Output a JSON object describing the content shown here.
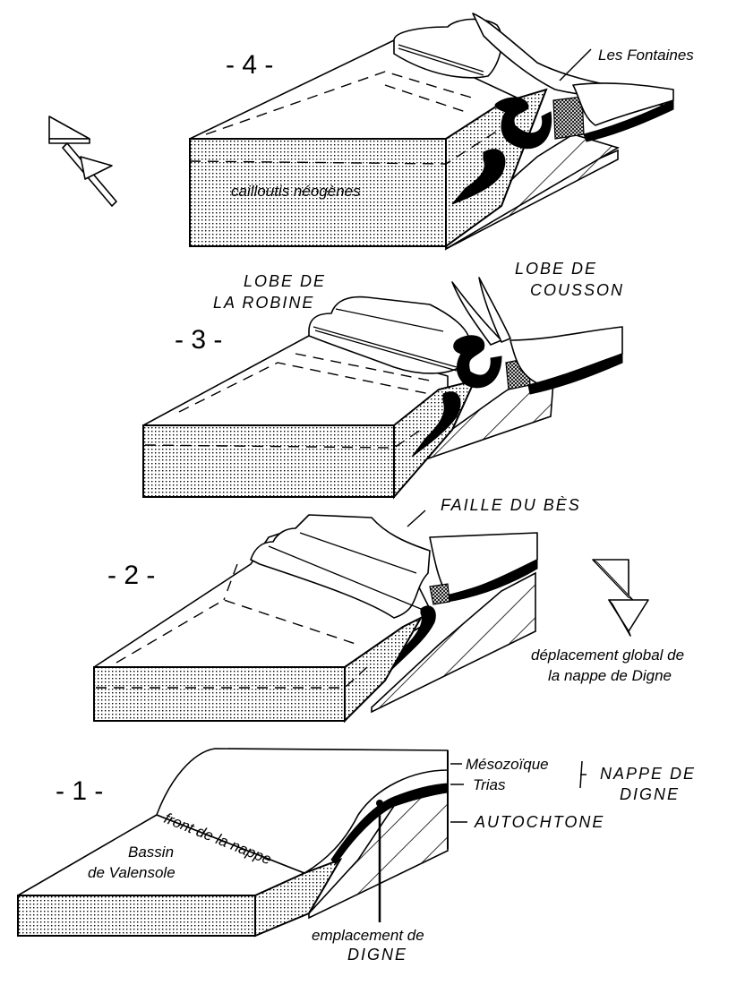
{
  "figure": {
    "description": "Évolution en quatre étapes de la nappe de Digne (blocs-diagrammes)",
    "stages": [
      {
        "number": "- 4 -",
        "labels": {
          "basin_fill": "cailloutis néogènes",
          "locality": "Les Fontaines"
        }
      },
      {
        "number": "- 3 -",
        "labels": {
          "lobe_left": "LOBE DE\nLA ROBINE",
          "lobe_left_line1": "LOBE DE",
          "lobe_left_line2": "LA ROBINE",
          "lobe_right_line1": "LOBE DE",
          "lobe_right_line2": "COUSSON"
        }
      },
      {
        "number": "- 2 -",
        "labels": {
          "fault": "FAILLE DU BÈS"
        }
      },
      {
        "number": "- 1 -",
        "labels": {
          "front": "front de la nappe",
          "basin_line1": "Bassin",
          "basin_line2": "de Valensole",
          "location_line1": "emplacement de",
          "location_line2": "DIGNE"
        }
      }
    ],
    "legend": {
      "mesozoic": "Mésozoïque",
      "trias": "Trias",
      "nappe_line1": "NAPPE DE",
      "nappe_line2": "DIGNE",
      "autochthon": "AUTOCHTONE"
    },
    "movement_note": {
      "line1": "déplacement global de",
      "line2": "la nappe de Digne"
    },
    "icons": {
      "north_arrow": "north-arrow-icon",
      "displacement_arrow": "displacement-arrow-icon"
    }
  }
}
